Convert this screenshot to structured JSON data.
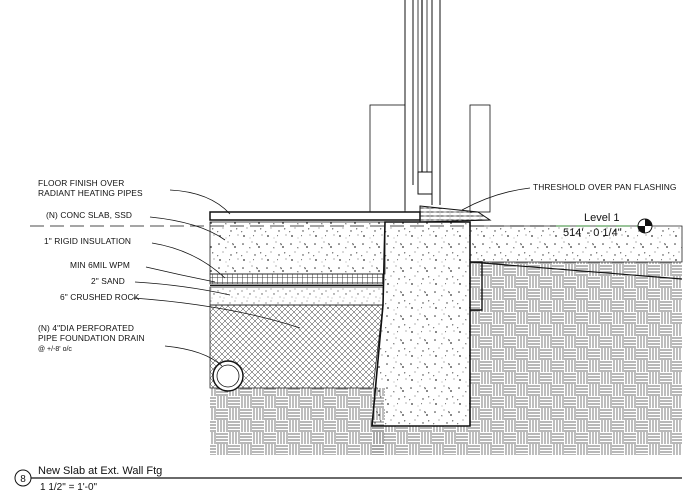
{
  "labels": {
    "floor_finish_1": "FLOOR FINISH OVER",
    "floor_finish_2": "RADIANT HEATING PIPES",
    "conc_slab": "(N) CONC SLAB, SSD",
    "rigid_insulation": "1\" RIGID INSULATION",
    "wpm": "MIN 6MIL WPM",
    "sand": "2\" SAND",
    "crushed_rock": "6\" CRUSHED ROCK",
    "drain_1": "(N) 4\"DIA PERFORATED",
    "drain_2": "PIPE FOUNDATION DRAIN",
    "drain_3": "@ +/-8' o/c",
    "threshold": "THRESHOLD OVER PAN FLASHING"
  },
  "level": {
    "name": "Level 1",
    "elevation": "514' - 0 1/4\""
  },
  "title_block": {
    "number": "8",
    "title": "New Slab at Ext. Wall Ftg",
    "scale": "1 1/2\" = 1'-0\""
  },
  "icons": {
    "level_marker": "level-datum-icon",
    "detail_bubble": "detail-number-bubble"
  }
}
